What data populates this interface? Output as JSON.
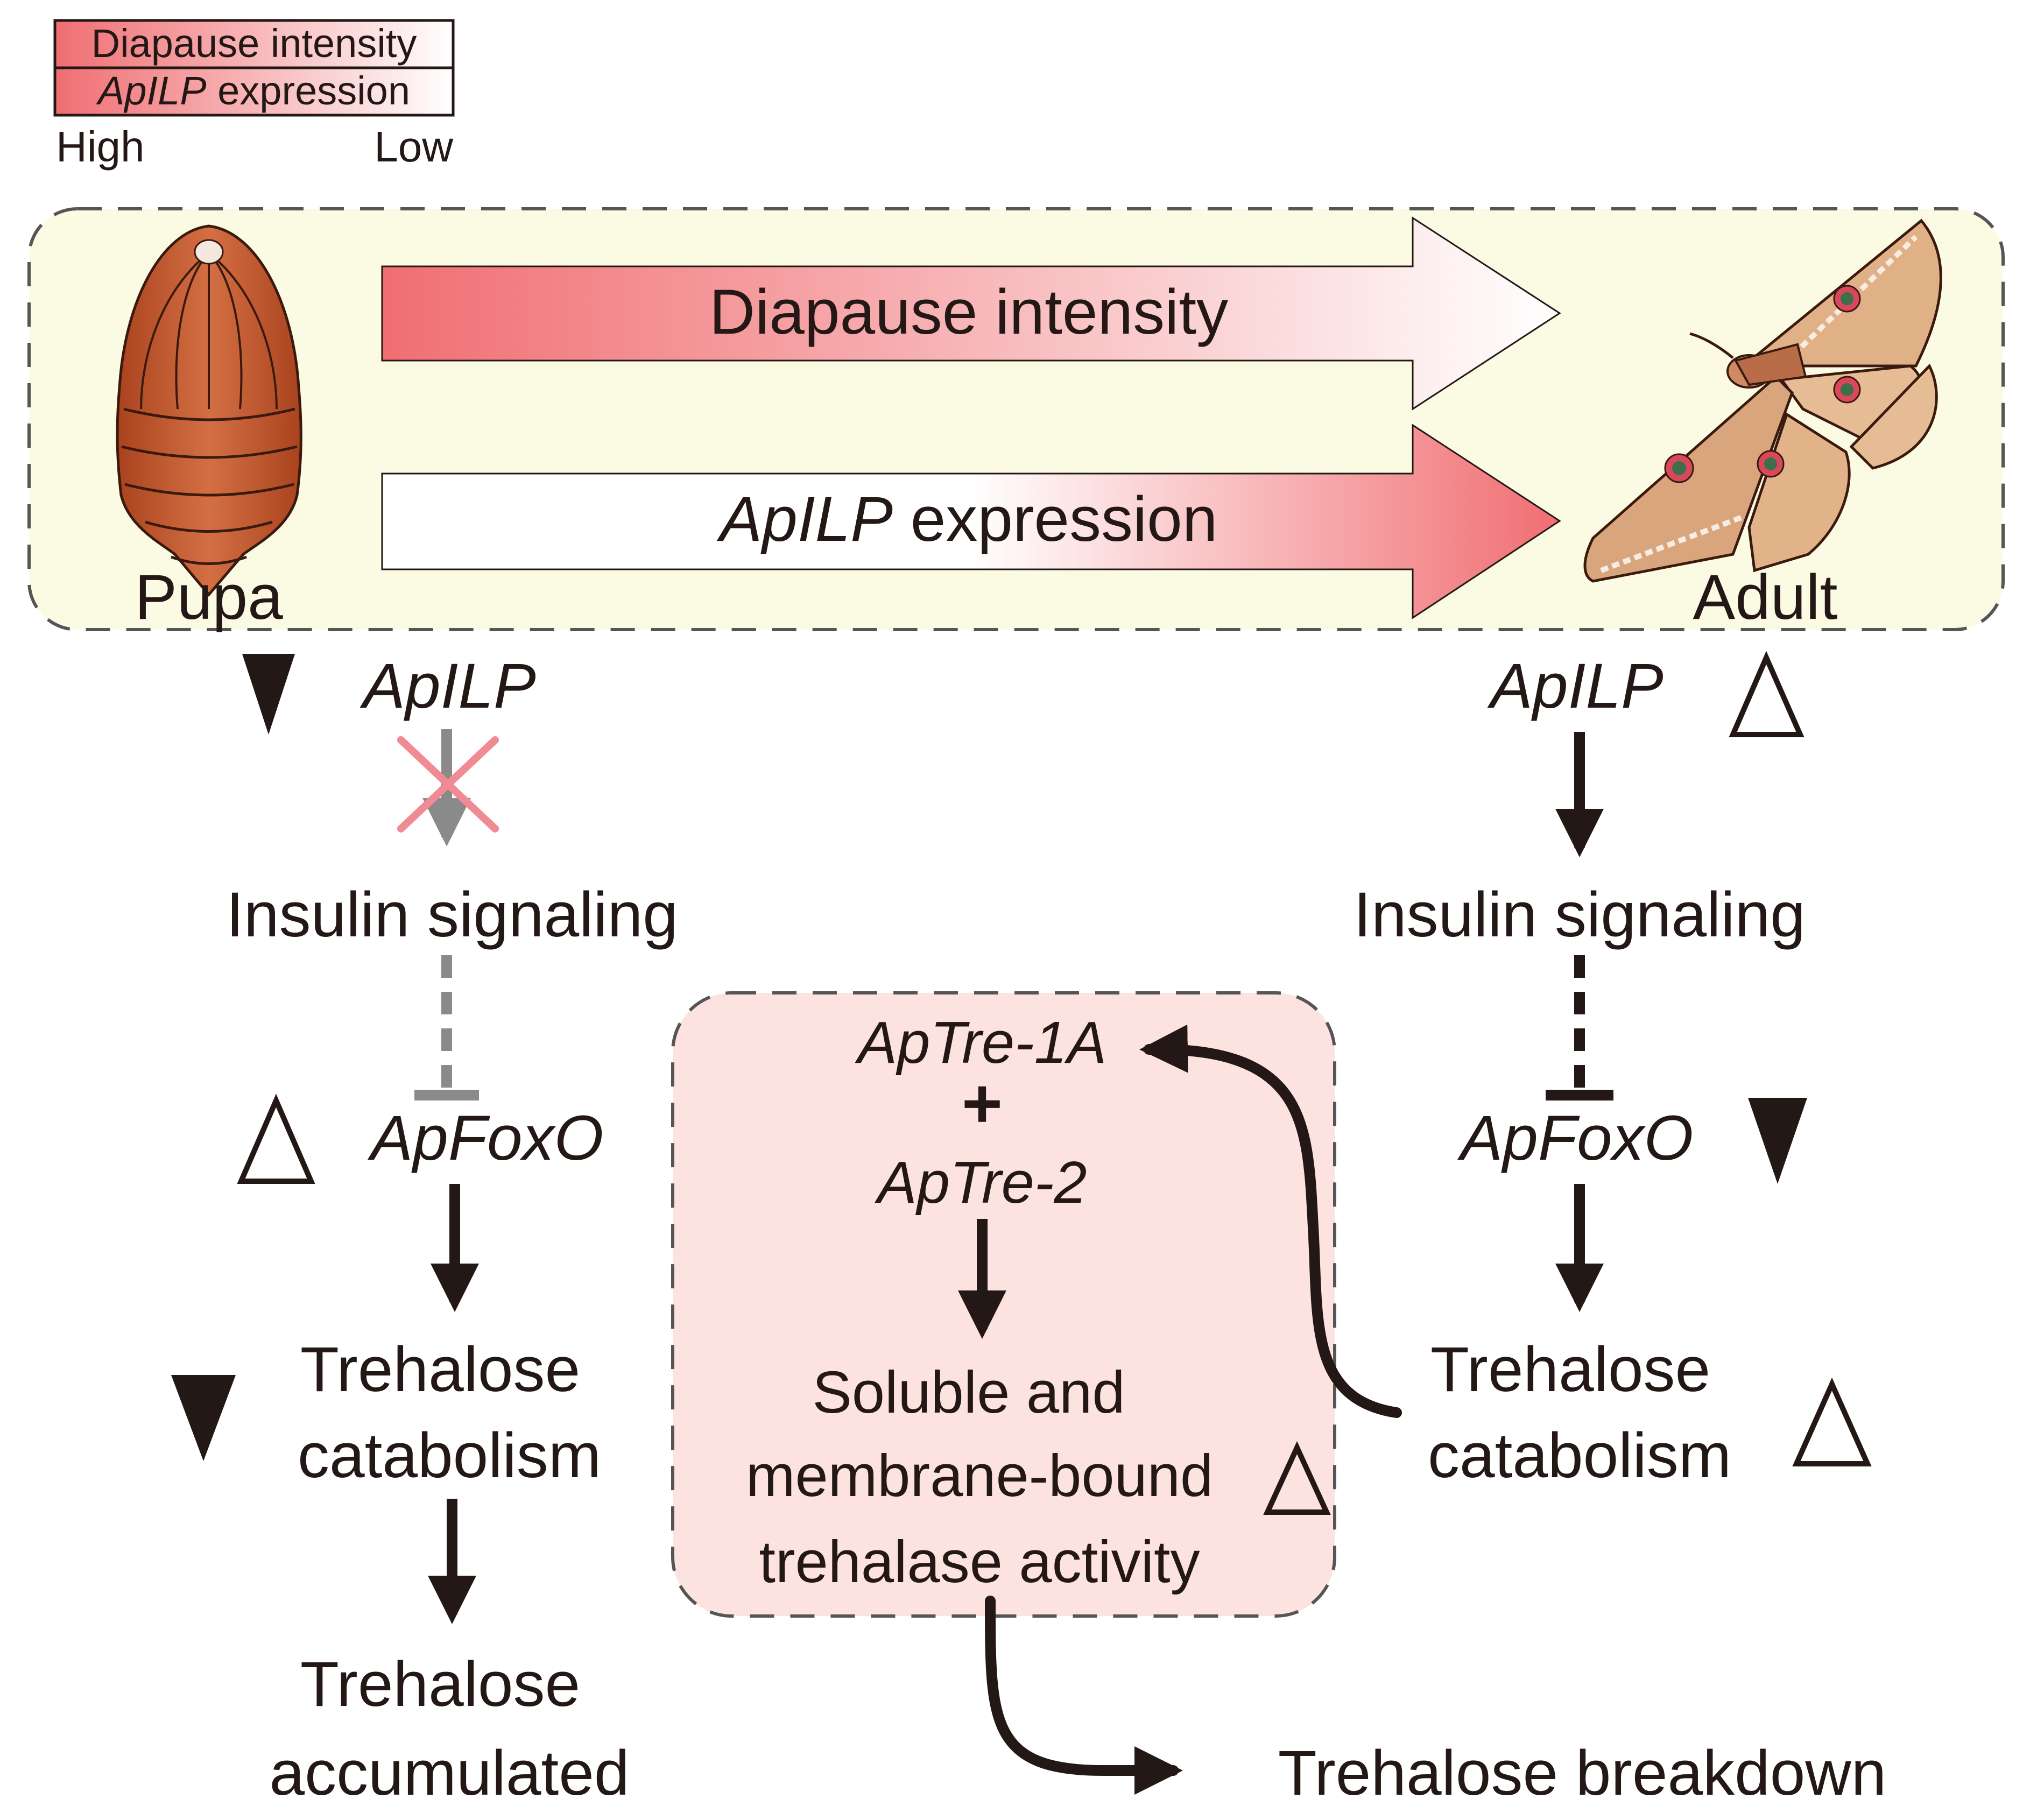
{
  "legend": {
    "row1": "Diapause intensity",
    "row2_italic": "ApILP",
    "row2_rest": " expression",
    "high": "High",
    "low": "Low"
  },
  "top_panel": {
    "pupa_label": "Pupa",
    "adult_label": "Adult",
    "arrow_diapause": "Diapause intensity",
    "arrow_ilp_italic": "ApILP",
    "arrow_ilp_rest": " expression"
  },
  "left_pathway": {
    "gene": "ApILP",
    "insulin": "Insulin signaling",
    "foxo": "ApFoxO",
    "catabolism_line1": "Trehalose",
    "catabolism_line2": "catabolism",
    "result_line1": "Trehalose",
    "result_line2": "accumulated"
  },
  "right_pathway": {
    "gene": "ApILP",
    "insulin": "Insulin signaling",
    "foxo": "ApFoxO",
    "catabolism_line1": "Trehalose",
    "catabolism_line2": "catabolism"
  },
  "center_box": {
    "gene1": "ApTre-1A",
    "plus": "+",
    "gene2": "ApTre-2",
    "activity_line1": "Soluble and",
    "activity_line2": "membrane-bound",
    "activity_line3": "trehalase activity"
  },
  "breakdown": "Trehalose breakdown",
  "colors": {
    "high": "#f06e72",
    "low": "#ffffff",
    "panel_bg": "#fbfae3",
    "center_bg": "#fde3df",
    "ink": "#231815",
    "inhibited": "#8a8a8a",
    "cross": "#f08a94"
  }
}
